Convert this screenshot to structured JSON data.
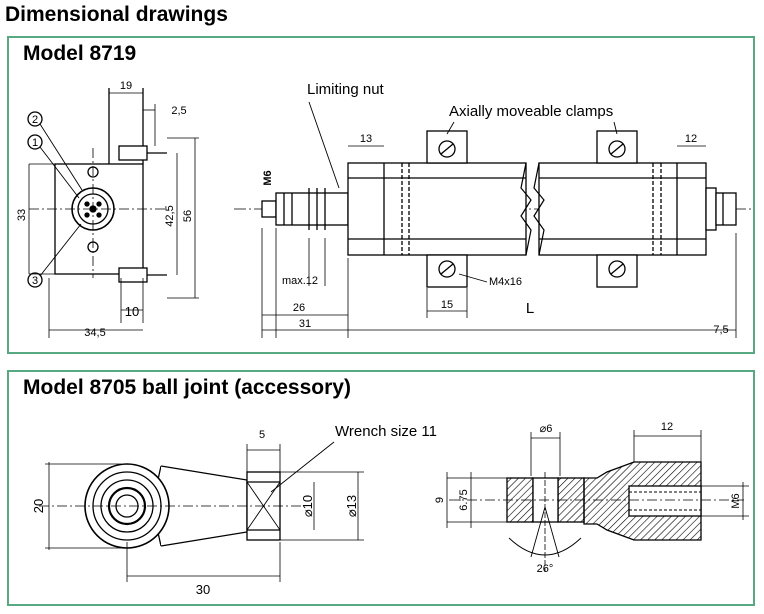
{
  "page_title": "Dimensional drawings",
  "model_8719": {
    "title": "Model 8719",
    "callouts": {
      "limiting_nut": "Limiting nut",
      "clamps": "Axially moveable clamps"
    },
    "markers": [
      "2",
      "1",
      "3"
    ],
    "dims": {
      "d19": "19",
      "d2_5": "2,5",
      "d33": "33",
      "d42_5": "42,5",
      "d56": "56",
      "d10": "10",
      "d34_5": "34,5",
      "m6": "M6",
      "max12": "max.12",
      "d26": "26",
      "d31": "31",
      "d13": "13",
      "d12": "12",
      "m4x16": "M4x16",
      "d15": "15",
      "L": "L",
      "d7_5": "7,5"
    }
  },
  "model_8705": {
    "title": "Model 8705 ball joint (accessory)",
    "callouts": {
      "wrench": "Wrench size 11"
    },
    "dims": {
      "d5": "5",
      "d20": "20",
      "d30": "30",
      "dia10": "⌀10",
      "dia13": "⌀13",
      "dia6": "⌀6",
      "d9": "9",
      "d6_75": "6.75",
      "d12": "12",
      "m6": "M6",
      "a26": "26°"
    }
  }
}
